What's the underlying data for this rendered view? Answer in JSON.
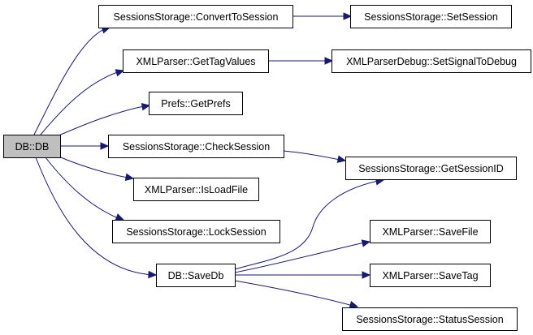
{
  "graph": {
    "nodes": [
      {
        "id": "db",
        "label": "DB::DB",
        "root": true
      },
      {
        "id": "convert",
        "label": "SessionsStorage::ConvertToSession"
      },
      {
        "id": "setsession",
        "label": "SessionsStorage::SetSession"
      },
      {
        "id": "gettag",
        "label": "XMLParser::GetTagValues"
      },
      {
        "id": "setsignal",
        "label": "XMLParserDebug::SetSignalToDebug"
      },
      {
        "id": "getprefs",
        "label": "Prefs::GetPrefs"
      },
      {
        "id": "checksession",
        "label": "SessionsStorage::CheckSession"
      },
      {
        "id": "getsessionid",
        "label": "SessionsStorage::GetSessionID"
      },
      {
        "id": "isloadfile",
        "label": "XMLParser::IsLoadFile"
      },
      {
        "id": "locksession",
        "label": "SessionsStorage::LockSession"
      },
      {
        "id": "savedb",
        "label": "DB::SaveDb"
      },
      {
        "id": "savefile",
        "label": "XMLParser::SaveFile"
      },
      {
        "id": "savetag",
        "label": "XMLParser::SaveTag"
      },
      {
        "id": "statussession",
        "label": "SessionsStorage::StatusSession"
      }
    ],
    "edges": [
      {
        "from": "db",
        "to": "convert"
      },
      {
        "from": "db",
        "to": "gettag"
      },
      {
        "from": "db",
        "to": "getprefs"
      },
      {
        "from": "db",
        "to": "checksession"
      },
      {
        "from": "db",
        "to": "isloadfile"
      },
      {
        "from": "db",
        "to": "locksession"
      },
      {
        "from": "db",
        "to": "savedb"
      },
      {
        "from": "convert",
        "to": "setsession"
      },
      {
        "from": "gettag",
        "to": "setsignal"
      },
      {
        "from": "checksession",
        "to": "getsessionid"
      },
      {
        "from": "savedb",
        "to": "getsessionid"
      },
      {
        "from": "savedb",
        "to": "savefile"
      },
      {
        "from": "savedb",
        "to": "savetag"
      },
      {
        "from": "savedb",
        "to": "statussession"
      }
    ],
    "edge_color": "#191970",
    "root_fill": "#bfbfbf"
  }
}
